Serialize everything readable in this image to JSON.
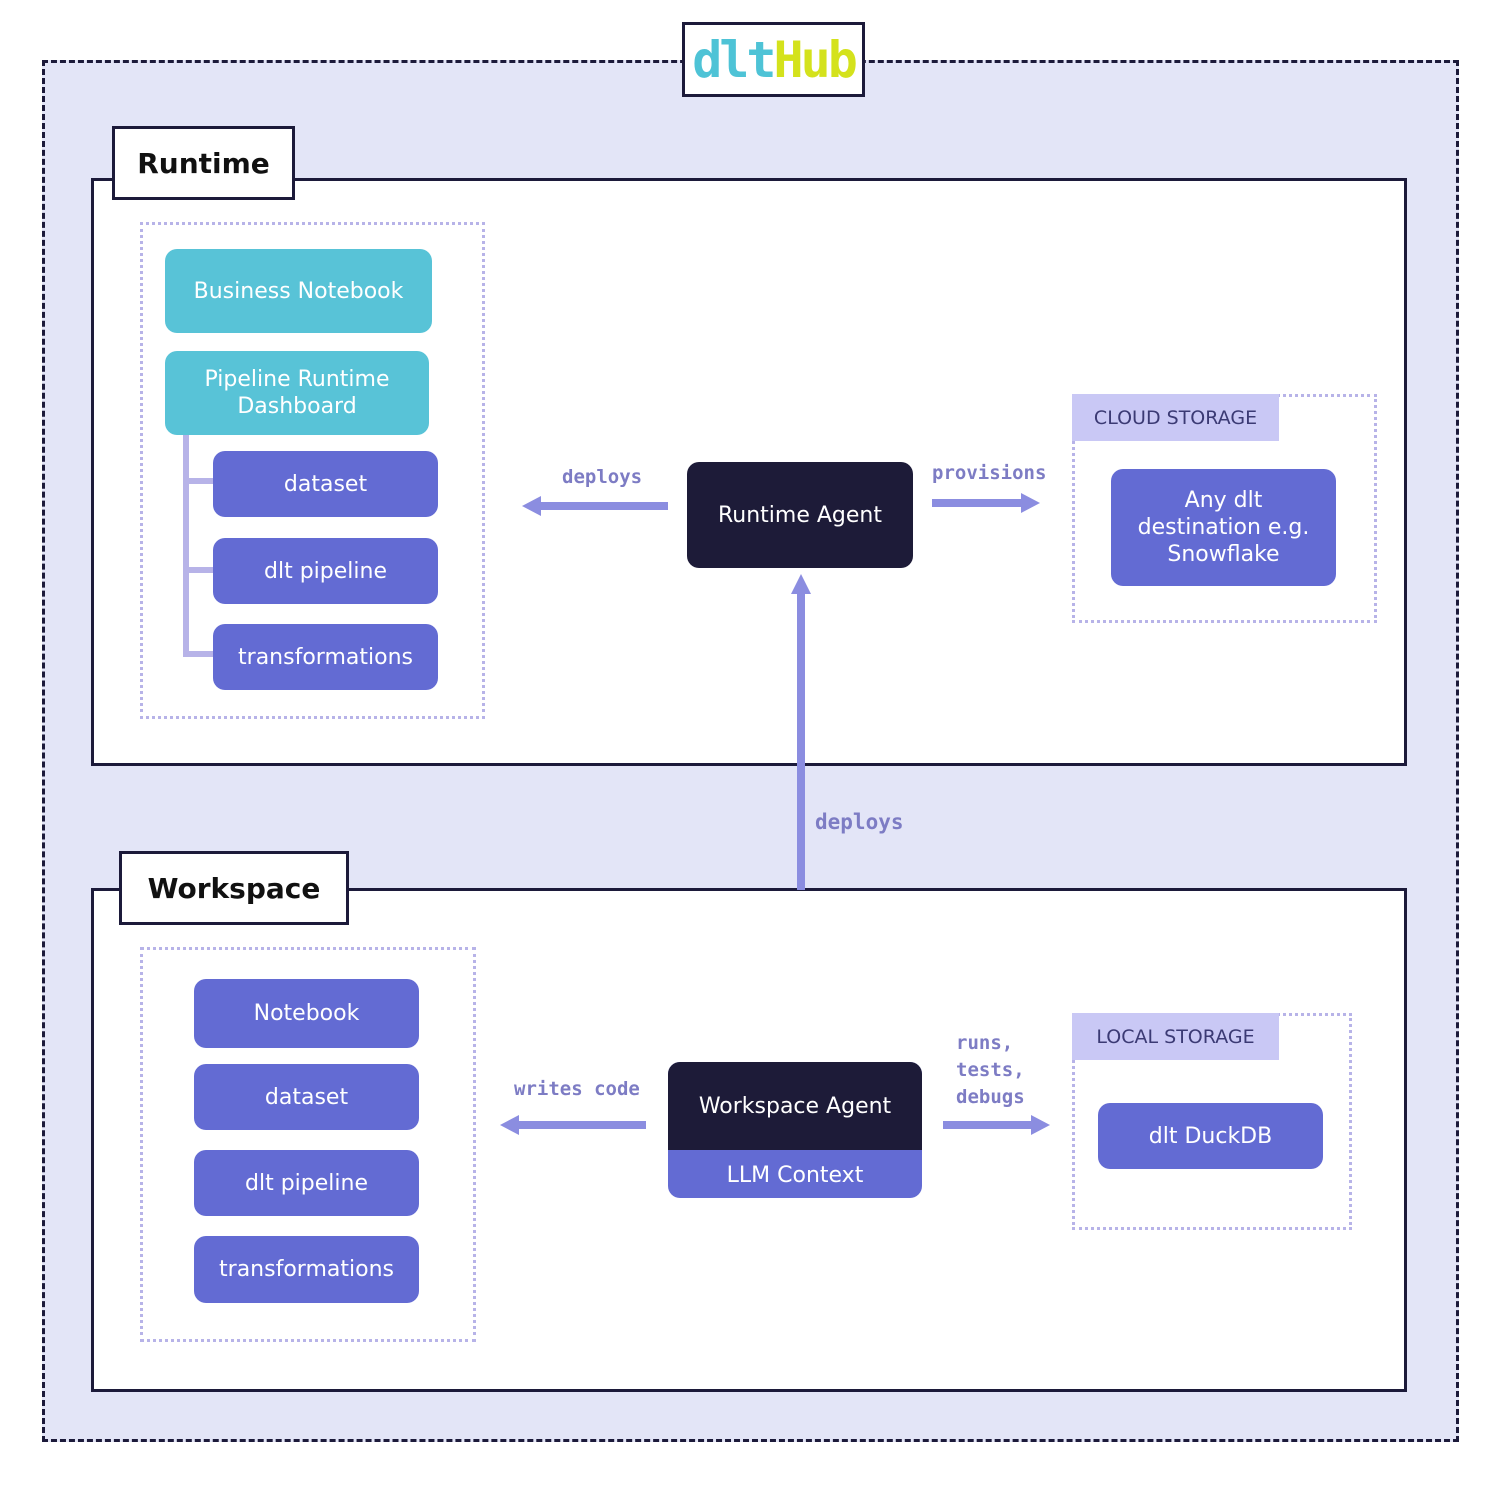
{
  "logo": {
    "part1": "dlt",
    "part2": "Hub"
  },
  "runtime": {
    "label": "Runtime",
    "stack": [
      "Business Notebook",
      "Pipeline Runtime Dashboard"
    ],
    "children": [
      "dataset",
      "dlt pipeline",
      "transformations"
    ],
    "agent": "Runtime Agent",
    "edge_left": "deploys",
    "edge_right": "provisions",
    "storage_tab": "CLOUD STORAGE",
    "storage_item": "Any dlt destination e.g. Snowflake"
  },
  "edge_between": "deploys",
  "workspace": {
    "label": "Workspace",
    "items": [
      "Notebook",
      "dataset",
      "dlt pipeline",
      "transformations"
    ],
    "agent": "Workspace Agent",
    "agent_sub": "LLM Context",
    "edge_left": "writes code",
    "edge_right": "runs, tests, debugs",
    "storage_tab": "LOCAL STORAGE",
    "storage_item": "dlt DuckDB"
  },
  "colors": {
    "arrow": "#8b8de0",
    "teal": "#58c3d7",
    "purple": "#636bd3",
    "dark": "#1d1b38",
    "background": "#e3e5f7"
  }
}
